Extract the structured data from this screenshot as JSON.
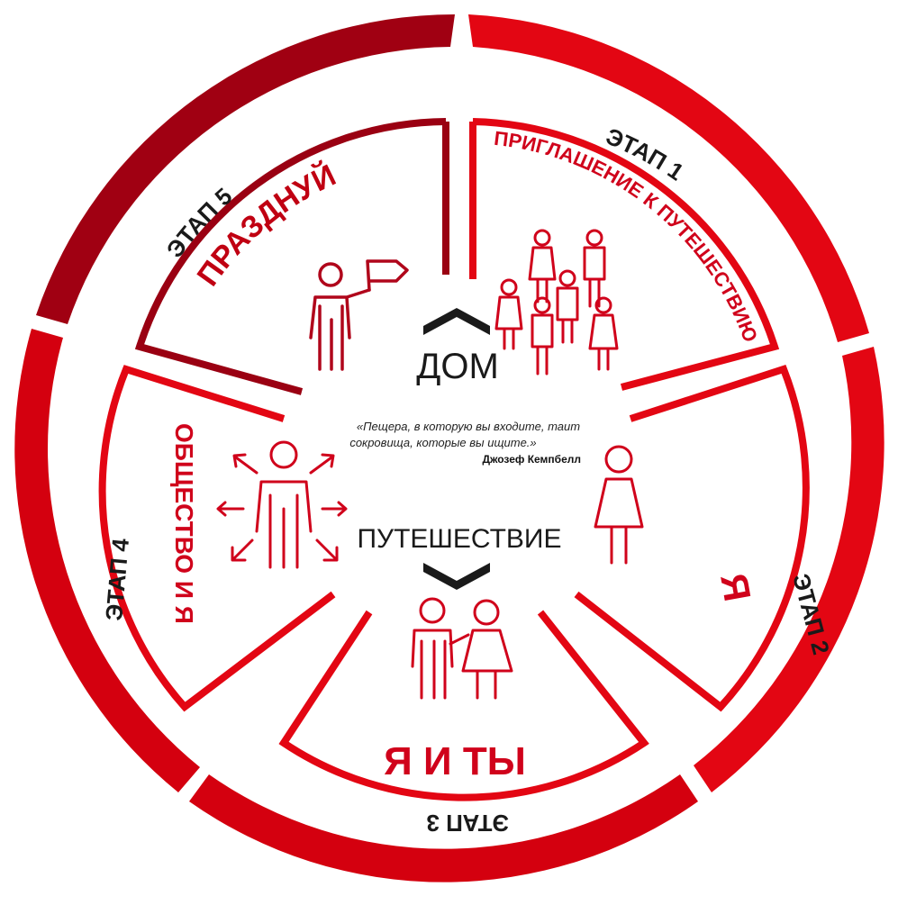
{
  "center": {
    "top_label": "ДОМ",
    "bottom_label": "ПУТЕШЕСТВИЕ",
    "quote_line1": "«Пещера, в которую вы входите, таит",
    "quote_line2": "сокровища, которые вы ищите.»",
    "author": "Джозеф Кемпбелл"
  },
  "stages": [
    {
      "stage_label": "ЭТАП 1",
      "title": "ПРИГЛАШЕНИЕ К ПУТЕШЕСТВИЮ",
      "icon": "group-of-people-icon"
    },
    {
      "stage_label": "ЭТАП 2",
      "title": "Я",
      "icon": "woman-icon"
    },
    {
      "stage_label": "ЭТАП 3",
      "title": "Я И ТЫ",
      "icon": "couple-icon"
    },
    {
      "stage_label": "ЭТАП 4",
      "title": "ОБЩЕСТВО И Я",
      "icon": "person-with-arrows-icon"
    },
    {
      "stage_label": "ЭТАП 5",
      "title": "ПРАЗДНУЙ",
      "icon": "person-with-flag-icon"
    }
  ],
  "colors": {
    "primary_red": "#d0021b",
    "dark_red": "#9a0012",
    "text_dark": "#1a1a1a"
  }
}
